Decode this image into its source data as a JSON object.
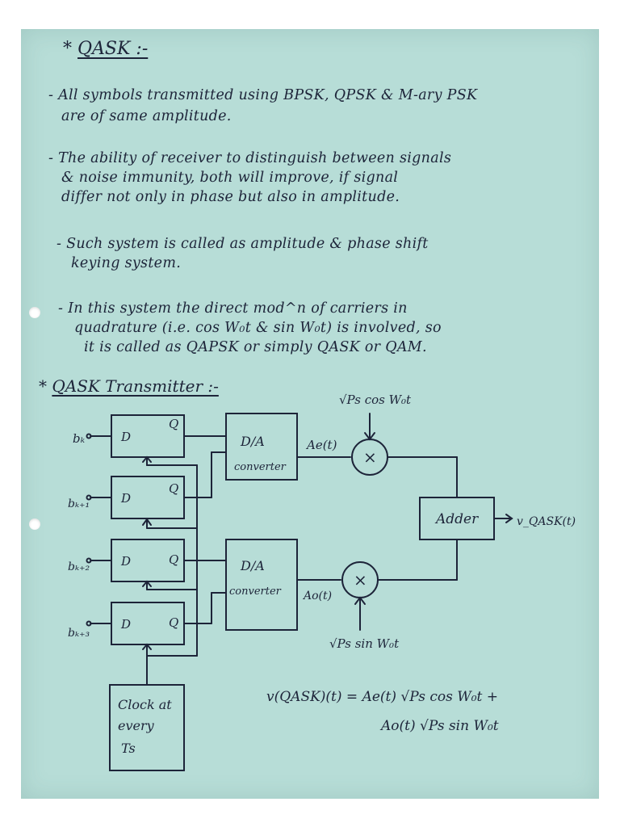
{
  "heading": {
    "star": "*",
    "title": "QASK :-"
  },
  "paragraphs": [
    [
      "- All symbols transmitted using BPSK, QPSK & M-ary PSK",
      "are of same amplitude."
    ],
    [
      "- The ability of receiver to distinguish between signals",
      "& noise immunity, both will improve, if signal",
      "differ not only in phase but also in amplitude."
    ],
    [
      "- Such system is called as amplitude & phase shift",
      "keying system."
    ],
    [
      "- In this system the direct mod^n of carriers in",
      "quadrature (i.e. cos W₀t & sin W₀t) is involved, so",
      "it is called as QAPSK or simply QASK or QAM."
    ]
  ],
  "transmitter": {
    "star": "*",
    "title": "QASK Transmitter :-"
  },
  "diagram": {
    "inputs": [
      "bₖ",
      "bₖ₊₁",
      "bₖ₊₂",
      "bₖ₊₃"
    ],
    "ff_d": "D",
    "ff_q": "Q",
    "da_top": [
      "D/A",
      "converter"
    ],
    "da_bottom": [
      "D/A",
      "converter"
    ],
    "ae_label": "Ae(t)",
    "ao_label": "Ao(t)",
    "multiplier": "×",
    "top_carrier": "√Ps cos W₀t",
    "bottom_carrier": "√Ps sin W₀t",
    "adder": "Adder",
    "output": "v_QASK(t)",
    "clock": [
      "Clock at",
      "every",
      "Ts"
    ]
  },
  "equation": {
    "line1": "v(QASK)(t) = Ae(t) √Ps cos W₀t +",
    "line2": "Ao(t) √Ps sin W₀t"
  }
}
